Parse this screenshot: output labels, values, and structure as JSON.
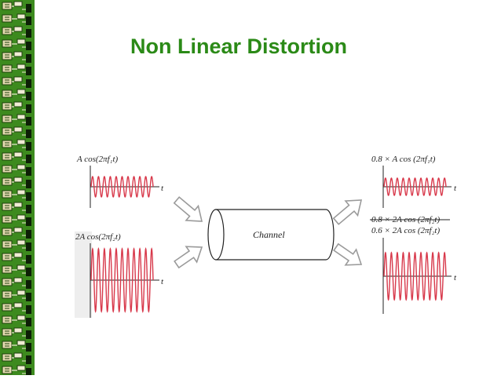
{
  "slide": {
    "title": "Non Linear Distortion"
  },
  "diagram": {
    "channel_label": "Channel",
    "input_top_label": "A cos(2πf₁t)",
    "input_bottom_label": "2A cos(2πf₂t)",
    "output_top_label": "0.8 × A cos (2πf₁t)",
    "output_bottom_label_struck": "0.8 × 2A cos (2πf₂t)",
    "output_bottom_label": "0.6 × 2A cos (2πf₂t)",
    "time_axis_label": "t"
  },
  "colors": {
    "border_green": "#3d8a1e",
    "title_green": "#2b8a17",
    "wave_red": "#d8394b",
    "arrow_gray": "#9a9a9a"
  }
}
